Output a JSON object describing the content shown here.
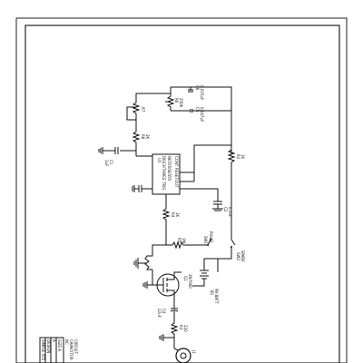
{
  "components": {
    "r6": {
      "ref": "R6",
      "value": "250K"
    },
    "c6": {
      "ref": "C6",
      "value": "0.015uF"
    },
    "c5": {
      "ref": "C5",
      "value": "0.047uF"
    },
    "r7": {
      "ref": "R7",
      "value": "1K"
    },
    "r8": {
      "ref": "R8",
      "value": "2K"
    },
    "c1": {
      "ref": "C1",
      "value": "1uF"
    },
    "r2": {
      "ref": "R2",
      "value": "1K"
    },
    "u1": {
      "ref": "U1",
      "name": "NE555/SE555",
      "pins": [
        "TRIG",
        "THRES",
        "DISCH",
        "CONT",
        "RESET",
        "OUT",
        "VCC",
        "GND"
      ]
    },
    "c2": {
      "ref": "C2",
      "value": "0.1uF"
    },
    "c3": {
      "ref": "C3",
      "value": "0.01uF"
    },
    "r4": {
      "ref": "R4",
      "value": "1K"
    },
    "r5": {
      "ref": "R5",
      "value": "1M"
    },
    "sw1": {
      "ref": "SW1",
      "label": "PULSE"
    },
    "sw2": {
      "ref": "SW2",
      "label": "SPARE"
    },
    "q1": {
      "ref": "Q1",
      "value": "2N7000"
    },
    "b1": {
      "ref": "B1",
      "value": "9V BATT"
    },
    "c4": {
      "ref": "C4",
      "value": "22uF"
    },
    "r3": {
      "ref": "R3",
      "value": "220"
    },
    "j1": {
      "ref": "J1"
    }
  },
  "title_block": {
    "rows": [
      "SIMPLE 555",
      "DESIGN",
      "A",
      "SIZE A"
    ],
    "side_text": [
      "NC",
      "CAPACITOR",
      "CIRCUIT"
    ]
  }
}
